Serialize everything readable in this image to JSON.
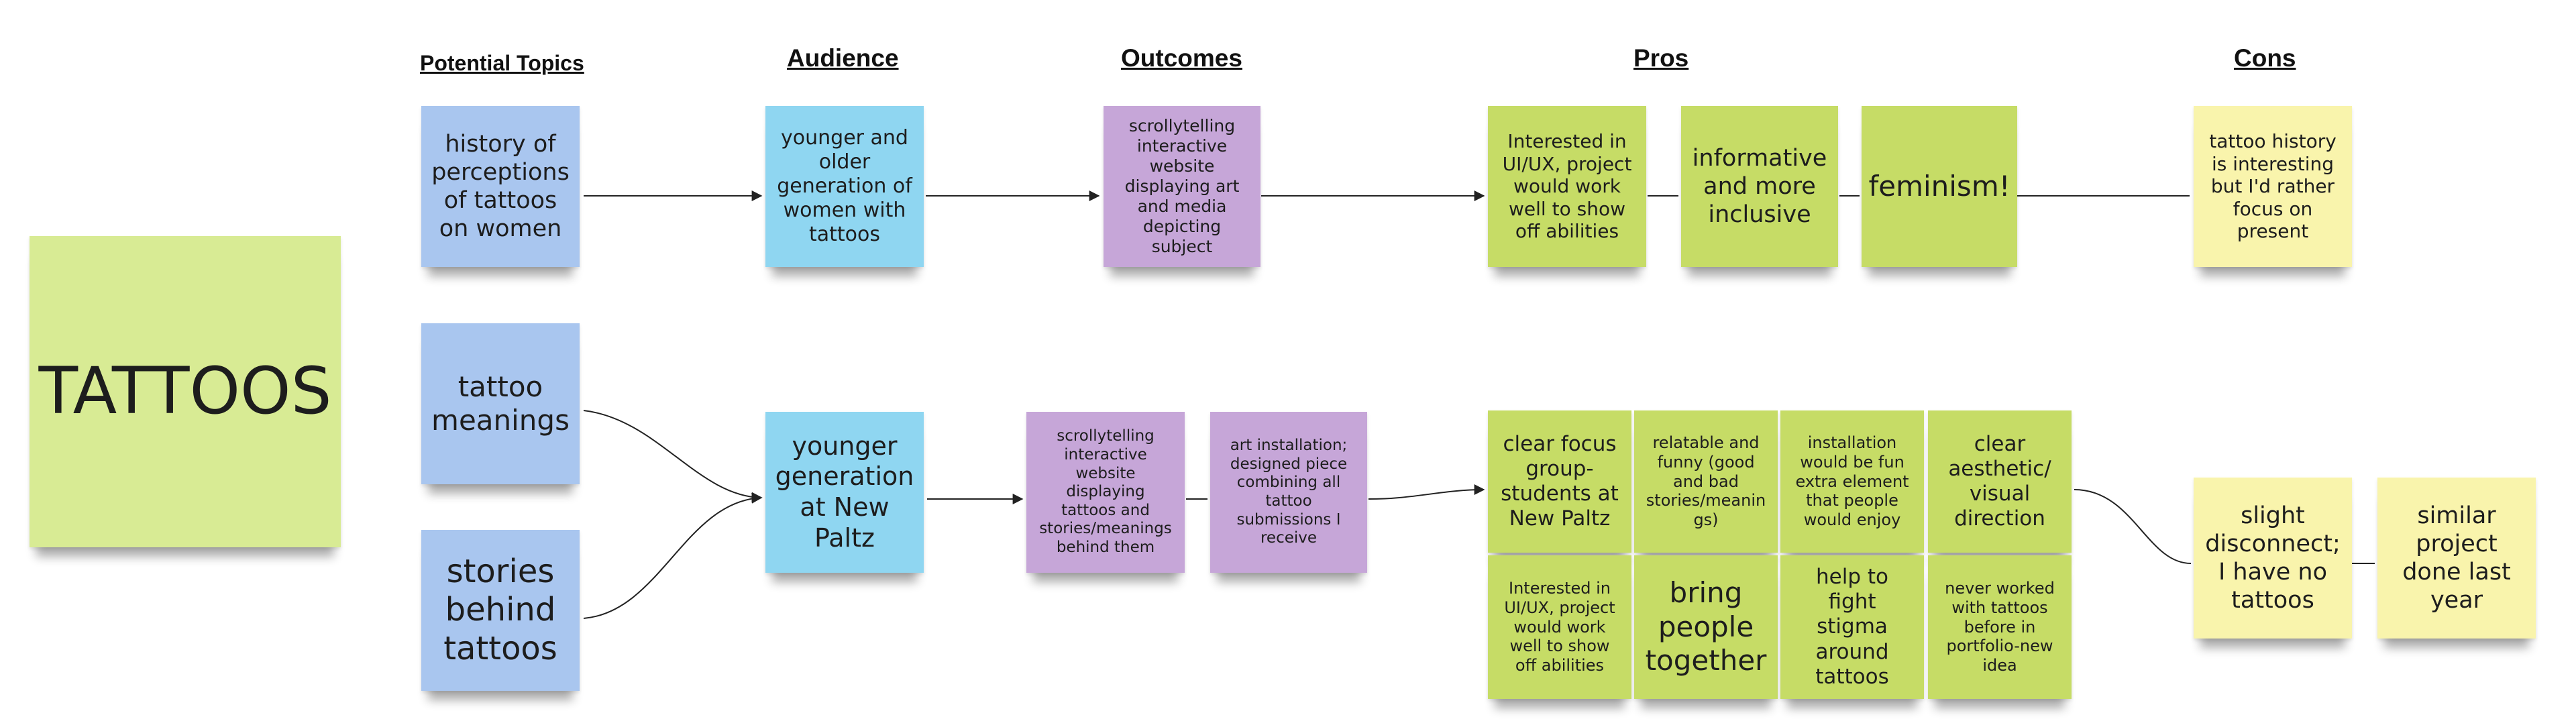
{
  "headers": {
    "potential_topics": "Potential Topics",
    "audience": "Audience",
    "outcomes": "Outcomes",
    "pros": "Pros",
    "cons": "Cons"
  },
  "main_note": "TATTOOS",
  "topics": [
    "history of perceptions of tattoos on women",
    "tattoo meanings",
    "stories behind tattoos"
  ],
  "audience": [
    "younger and older generation of women with tattoos",
    "younger generation at New Paltz"
  ],
  "outcomes": [
    "scrollytelling interactive website displaying art and media depicting subject",
    "scrollytelling interactive website displaying tattoos and stories/meanings behind them",
    "art installation; designed piece combining all tattoo submissions I receive"
  ],
  "pros_row1": [
    "Interested in UI/UX, project would work well to show off abilities",
    "informative and more inclusive",
    "feminism!"
  ],
  "pros_row2": [
    "clear focus group- students at New Paltz",
    "relatable and funny (good and bad stories/meanin gs)",
    "installation would be fun extra element that people would enjoy",
    "clear aesthetic/ visual direction",
    "Interested in UI/UX, project would work well to show off abilities",
    "bring people together",
    "help to fight stigma around tattoos",
    "never worked with tattoos before in portfolio-new idea"
  ],
  "cons": [
    "tattoo history is interesting but I'd rather focus on present",
    "slight disconnect; I have no tattoos",
    "similar project done last year"
  ],
  "colors": {
    "topics_blue": "#a9c6ef",
    "audience_cyan": "#8fd6f1",
    "outcomes_purple": "#c6a6d8",
    "pros_green": "#c6dc66",
    "cons_yellow": "#f9f4ac",
    "main_lime": "#d8eb94"
  }
}
